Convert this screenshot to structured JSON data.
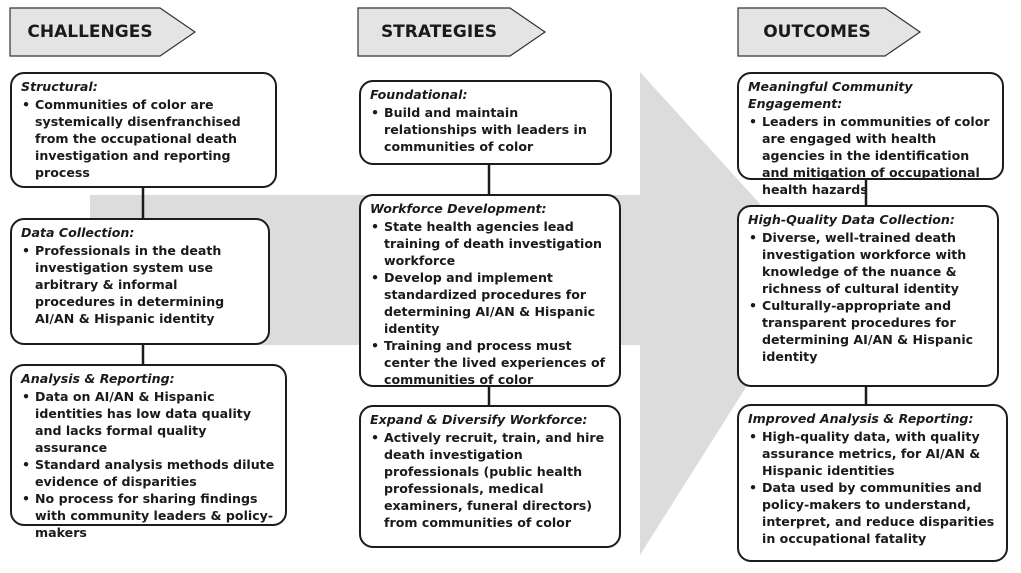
{
  "columns": [
    {
      "header": "CHALLENGES",
      "boxes": [
        {
          "title": "Structural:",
          "bullets": [
            "Communities of color are systemically disenfranchised from the occupational death investigation and reporting process"
          ]
        },
        {
          "title": "Data Collection:",
          "bullets": [
            "Professionals in the death investigation system use arbitrary & informal procedures in determining AI/AN & Hispanic identity"
          ]
        },
        {
          "title": "Analysis & Reporting:",
          "bullets": [
            "Data on AI/AN & Hispanic identities has low data quality and lacks formal quality assurance",
            "Standard analysis methods dilute evidence of disparities",
            "No process for sharing findings with community leaders & policy-makers"
          ]
        }
      ]
    },
    {
      "header": "STRATEGIES",
      "boxes": [
        {
          "title": "Foundational:",
          "bullets": [
            "Build and maintain relationships with leaders in communities of color"
          ]
        },
        {
          "title": "Workforce Development:",
          "bullets": [
            "State health agencies lead training of death investigation workforce",
            "Develop and implement standardized procedures for determining AI/AN & Hispanic identity",
            "Training and process must center the lived experiences of communities of color"
          ]
        },
        {
          "title": "Expand & Diversify Workforce:",
          "bullets": [
            "Actively recruit, train, and hire death investigation professionals (public health professionals, medical examiners, funeral directors) from communities of color"
          ]
        }
      ]
    },
    {
      "header": "OUTCOMES",
      "boxes": [
        {
          "title": "Meaningful Community Engagement:",
          "bullets": [
            "Leaders in communities of color are engaged with health agencies in the identification and mitigation of occupational health hazards"
          ]
        },
        {
          "title": "High-Quality Data Collection:",
          "bullets": [
            "Diverse, well-trained death investigation workforce with knowledge of the nuance & richness of cultural identity",
            "Culturally-appropriate and transparent procedures for determining AI/AN & Hispanic identity"
          ]
        },
        {
          "title": "Improved Analysis & Reporting:",
          "bullets": [
            "High-quality data, with quality assurance metrics, for AI/AN & Hispanic identities",
            "Data used by communities and policy-makers to understand, interpret, and reduce disparities in occupational fatality"
          ]
        }
      ]
    }
  ]
}
